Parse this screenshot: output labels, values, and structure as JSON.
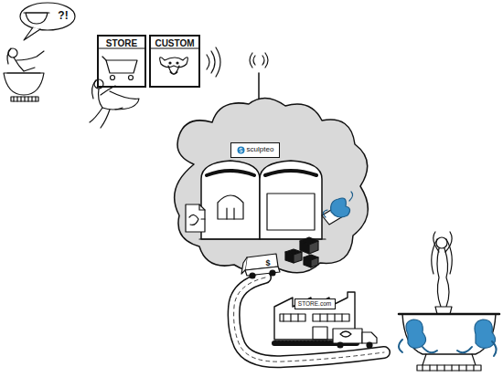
{
  "diagram": {
    "nodes": [
      {
        "text": [
          "?!"
        ]
      },
      {
        "text": [
          "STORE"
        ]
      },
      {
        "text": [
          "CUSTOM"
        ]
      },
      {
        "text": [
          "sculpteo"
        ]
      },
      {
        "text": [
          "$"
        ]
      },
      {
        "text": [
          "STORE.com"
        ]
      }
    ]
  }
}
